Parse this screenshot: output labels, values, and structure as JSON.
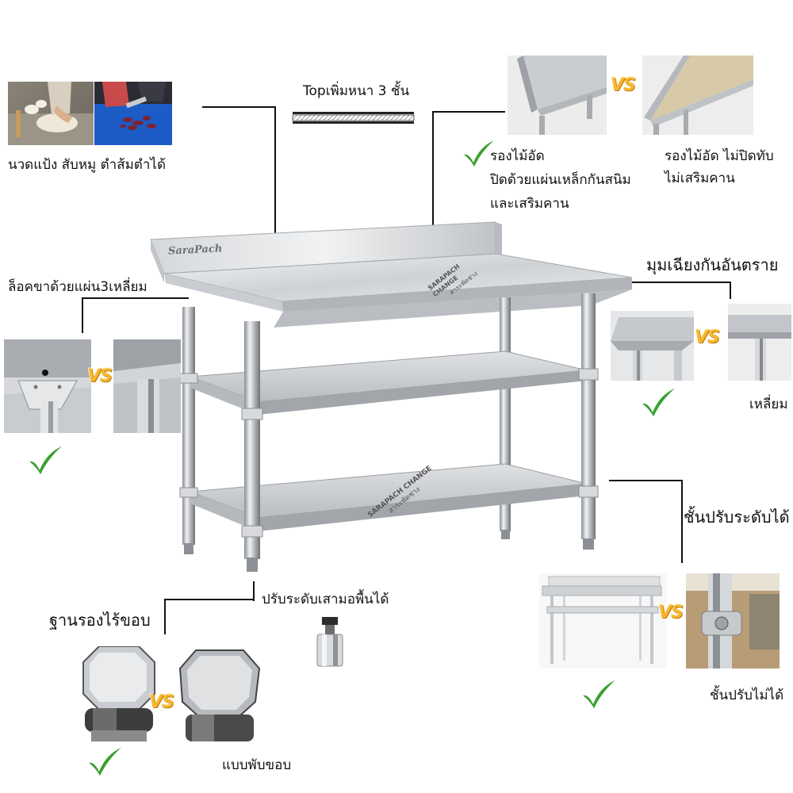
{
  "labels": {
    "top_thickness": "Topเพิ่มหนา 3 ชั้น",
    "uses": "นวดแป้ง สับหมู ตำส้มตำได้",
    "plywood_good_1": "รองไม้อัด",
    "plywood_good_2": "ปิดด้วยแผ่นเหล็กกันสนิม",
    "plywood_good_3": "และเสริมคาน",
    "plywood_bad_1": "รองไม้อัด ไม่ปิดทับ",
    "plywood_bad_2": "ไม่เสริมคาน",
    "leg_lock": "ล็อคขาด้วยแผ่น3เหลี่ยม",
    "corner": "มุมเฉียงกันอันตราย",
    "square": "เหลี่ยม",
    "adjustable_shelf": "ชั้นปรับระดับได้",
    "fixed_shelf": "ชั้นปรับไม่ได้",
    "adjustable_foot": "ปรับระดับเสามอพื้นได้",
    "foot_base": "ฐานรองไร้ขอบ",
    "folded_edge": "แบบพับขอบ"
  },
  "vs_text": "VS",
  "brand": {
    "name": "SaraPach",
    "watermark_1": "SARAPACH CHANGE",
    "watermark_2": "สาระพัดช่าง"
  },
  "colors": {
    "check_green": "#3aa02f",
    "vs_yellow": "#f7b733",
    "steel_light": "#e4e6e8",
    "steel_mid": "#b8bcc0",
    "steel_dark": "#7d8186",
    "cutting_board_blue": "#1d5bc7"
  },
  "icons": {
    "check": "check-mark-icon"
  }
}
